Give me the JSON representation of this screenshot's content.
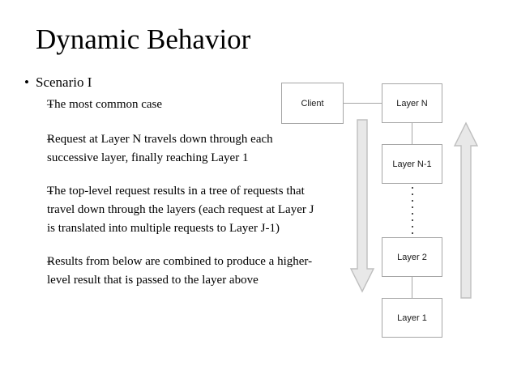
{
  "slide": {
    "title": "Dynamic Behavior",
    "background_color": "#ffffff",
    "text_color": "#000000"
  },
  "body": {
    "bullets": [
      {
        "level": 1,
        "marker": "•",
        "text": "Scenario I"
      },
      {
        "level": 2,
        "marker": "–",
        "text": "The most common case"
      },
      {
        "level": 2,
        "marker": "–",
        "text": "Request at Layer N travels down through each successive layer, finally reaching Layer 1"
      },
      {
        "level": 2,
        "marker": "–",
        "text": "The top-level request results in a tree of requests that travel down through the layers (each request at Layer J is translated into multiple requests to Layer J-1)"
      },
      {
        "level": 2,
        "marker": "–",
        "text": "Results from below are combined to produce a higher-level result that is passed to the layer above"
      }
    ]
  },
  "diagram": {
    "border_color": "#a6a6a6",
    "arrow_fill": "#e8e8e8",
    "arrow_stroke": "#bfbfbf",
    "dot_color": "#4d4d4d",
    "nodes": [
      {
        "id": "client",
        "label": "Client"
      },
      {
        "id": "layer-n",
        "label": "Layer N"
      },
      {
        "id": "layer-n-1",
        "label": "Layer N-1"
      },
      {
        "id": "layer-2",
        "label": "Layer 2"
      },
      {
        "id": "layer-1",
        "label": "Layer 1"
      }
    ],
    "arrows": [
      {
        "id": "down-arrow",
        "direction": "down",
        "meaning": "request flows down through layers"
      },
      {
        "id": "up-arrow",
        "direction": "up",
        "meaning": "results flow up through layers"
      }
    ],
    "ellipsis_dots": 8
  }
}
